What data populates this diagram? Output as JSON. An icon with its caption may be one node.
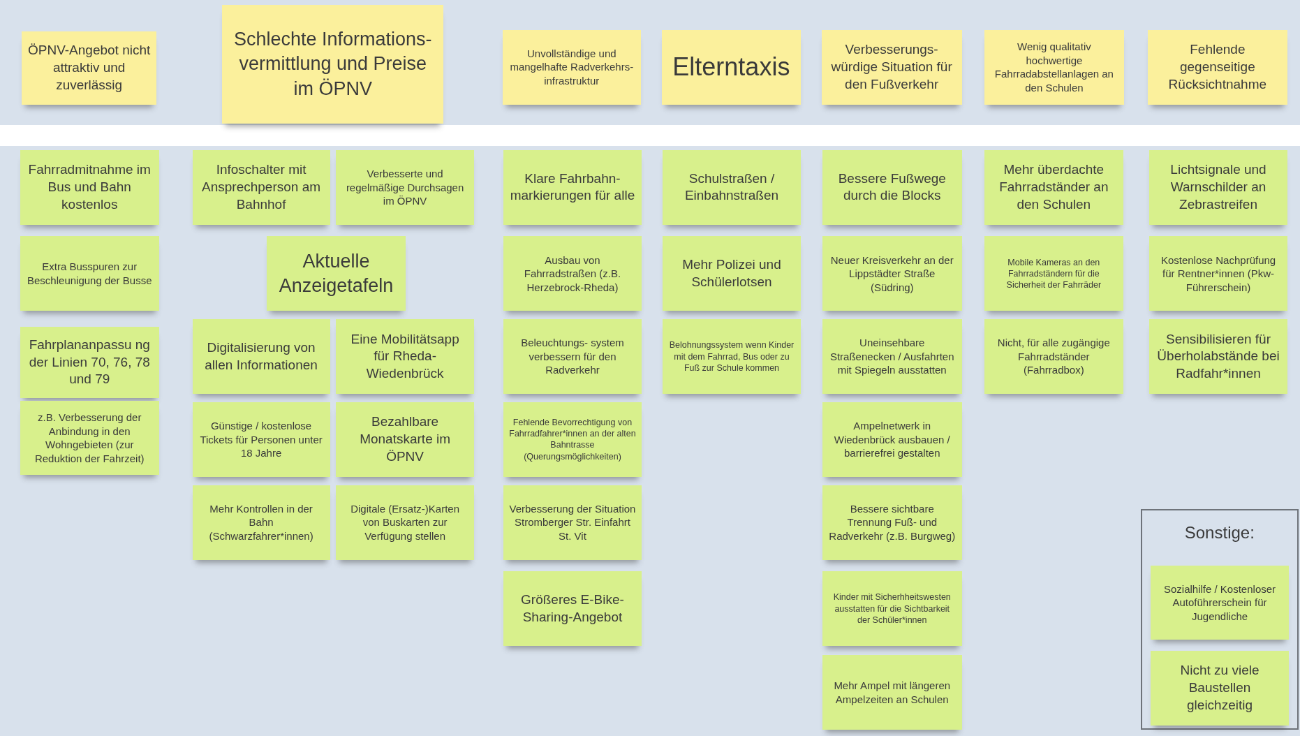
{
  "diagram": {
    "nodes": [
      {
        "text": [
          "ÖPNV-Angebot nicht attraktiv und zuverlässig"
        ]
      },
      {
        "text": [
          "Schlechte Informations- vermittlung und Preise im ÖPNV"
        ]
      },
      {
        "text": [
          "Unvollständige und mangelhafte Radverkehrs- infrastruktur"
        ]
      },
      {
        "text": [
          "Elterntaxis"
        ]
      },
      {
        "text": [
          "Verbesserungs- würdige Situation für den Fußverkehr"
        ]
      },
      {
        "text": [
          "Wenig qualitativ hochwertige Fahrradabstellanlagen an den Schulen"
        ]
      },
      {
        "text": [
          "Fehlende gegenseitige Rücksichtnahme"
        ]
      },
      {
        "text": [
          "Fahrradmitnahme im Bus und Bahn kostenlos"
        ]
      },
      {
        "text": [
          "Extra Busspuren zur Beschleunigung der Busse"
        ]
      },
      {
        "text": [
          "Fahrplananpassu ng der Linien 70, 76, 78 und 79"
        ]
      },
      {
        "text": [
          "z.B. Verbesserung der Anbindung in den Wohngebieten (zur Reduktion der Fahrzeit)"
        ]
      },
      {
        "text": [
          "Infoschalter mit Ansprechperson am Bahnhof"
        ]
      },
      {
        "text": [
          "Verbesserte und regelmäßige Durchsagen im ÖPNV"
        ]
      },
      {
        "text": [
          "Aktuelle Anzeigetafeln"
        ]
      },
      {
        "text": [
          "Digitalisierung von allen Informationen"
        ]
      },
      {
        "text": [
          "Eine Mobilitätsapp für Rheda-Wiedenbrück"
        ]
      },
      {
        "text": [
          "Günstige / kostenlose Tickets für Personen unter 18 Jahre"
        ]
      },
      {
        "text": [
          "Bezahlbare Monatskarte im ÖPNV"
        ]
      },
      {
        "text": [
          "Mehr Kontrollen in der Bahn (Schwarzfahrer*innen)"
        ]
      },
      {
        "text": [
          "Digitale (Ersatz-)Karten von Buskarten zur Verfügung stellen"
        ]
      },
      {
        "text": [
          "Klare Fahrbahn- markierungen für alle"
        ]
      },
      {
        "text": [
          "Ausbau von Fahrradstraßen (z.B. Herzebrock-Rheda)"
        ]
      },
      {
        "text": [
          "Beleuchtungs- system verbessern für den Radverkehr"
        ]
      },
      {
        "text": [
          "Fehlende Bevorrechtigung von Fahrradfahrer*innen an der alten Bahntrasse (Querungsmöglichkeiten)"
        ]
      },
      {
        "text": [
          "Verbesserung der Situation Stromberger Str. Einfahrt St. Vit"
        ]
      },
      {
        "text": [
          "Größeres E-Bike- Sharing-Angebot"
        ]
      },
      {
        "text": [
          "Schulstraßen / Einbahnstraßen"
        ]
      },
      {
        "text": [
          "Mehr Polizei und Schülerlotsen"
        ]
      },
      {
        "text": [
          "Belohnungssystem wenn Kinder mit dem Fahrrad, Bus oder zu Fuß zur Schule kommen"
        ]
      },
      {
        "text": [
          "Bessere Fußwege durch die Blocks"
        ]
      },
      {
        "text": [
          "Neuer Kreisverkehr an der Lippstädter Straße (Südring)"
        ]
      },
      {
        "text": [
          "Uneinsehbare Straßenecken / Ausfahrten mit Spiegeln ausstatten"
        ]
      },
      {
        "text": [
          "Ampelnetwerk in Wiedenbrück ausbauen / barrierefrei gestalten"
        ]
      },
      {
        "text": [
          "Bessere sichtbare Trennung Fuß- und Radverkehr (z.B. Burgweg)"
        ]
      },
      {
        "text": [
          "Kinder mit Sicherhheitswesten ausstatten für die Sichtbarkeit der Schüler*innen"
        ]
      },
      {
        "text": [
          "Mehr Ampel mit längeren Ampelzeiten an Schulen"
        ]
      },
      {
        "text": [
          "Mehr überdachte Fahrradständer an den Schulen"
        ]
      },
      {
        "text": [
          "Mobile Kameras an den Fahrradständern für die Sicherheit der Fahrräder"
        ]
      },
      {
        "text": [
          "Nicht, für alle zugängige Fahrradständer (Fahrradbox)"
        ]
      },
      {
        "text": [
          "Lichtsignale und Warnschilder an Zebrastreifen"
        ]
      },
      {
        "text": [
          "Kostenlose Nachprüfung für Rentner*innen (Pkw-Führerschein)"
        ]
      },
      {
        "text": [
          "Sensibilisieren für Überholabstände bei Radfahr*innen"
        ]
      },
      {
        "text": [
          "Sonstige:"
        ]
      },
      {
        "text": [
          "Sozialhilfe / Kostenloser Autoführerschein für Jugendliche"
        ],
        "in": 42
      },
      {
        "text": [
          "Nicht zu viele Baustellen gleichzeitig"
        ],
        "in": 42
      }
    ]
  }
}
